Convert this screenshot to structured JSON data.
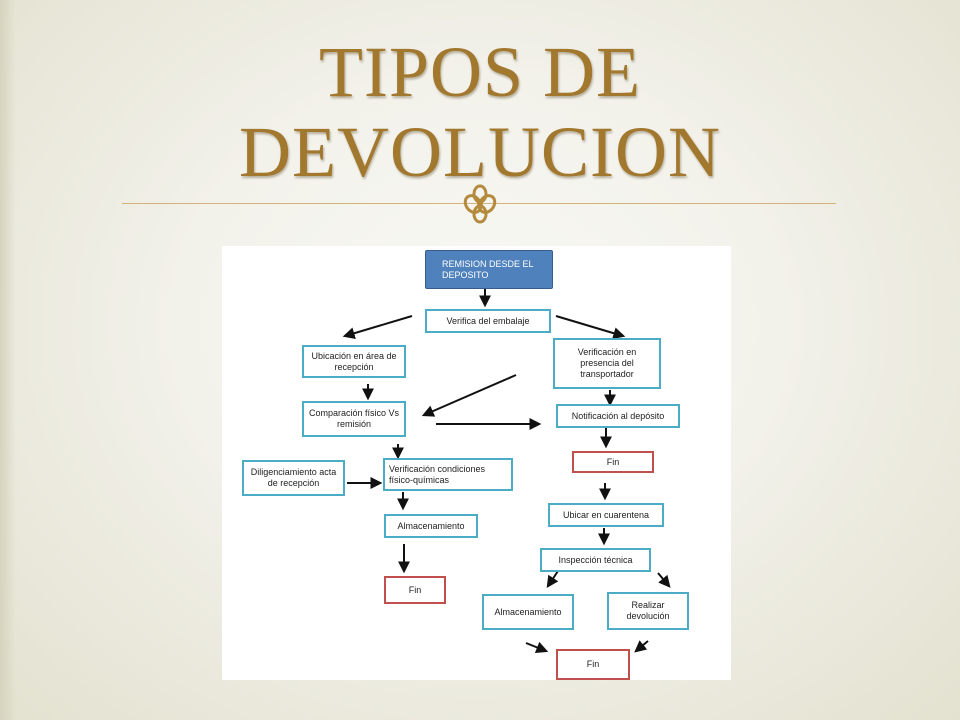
{
  "slide": {
    "title_line1": "TIPOS DE",
    "title_line2": "DEVOLUCION",
    "accent_color": "#a1782d",
    "ornament_icon": "clover-ornament-icon"
  },
  "flowchart": {
    "start": "REMISION DESDE EL DEPOSITO",
    "verify_packaging": "Verifica del embalaje",
    "location_reception": "Ubicación en área de recepción",
    "verify_carrier": "Verificación en presencia del transportador",
    "compare_physical": "Comparación físico Vs remisión",
    "notify_deposit": "Notificación al depósito",
    "end_right": "Fin",
    "fill_reception_act": "Diligenciamiento acta de recepción",
    "verify_conditions": "Verificación condiciones físico-químicas",
    "storage_left": "Almacenamiento",
    "end_left": "Fin",
    "quarantine": "Ubicar en cuarentena",
    "technical_inspection": "Inspección técnica",
    "storage_right": "Almacenamiento",
    "make_return": "Realizar devolución",
    "end_bottom": "Fin"
  }
}
